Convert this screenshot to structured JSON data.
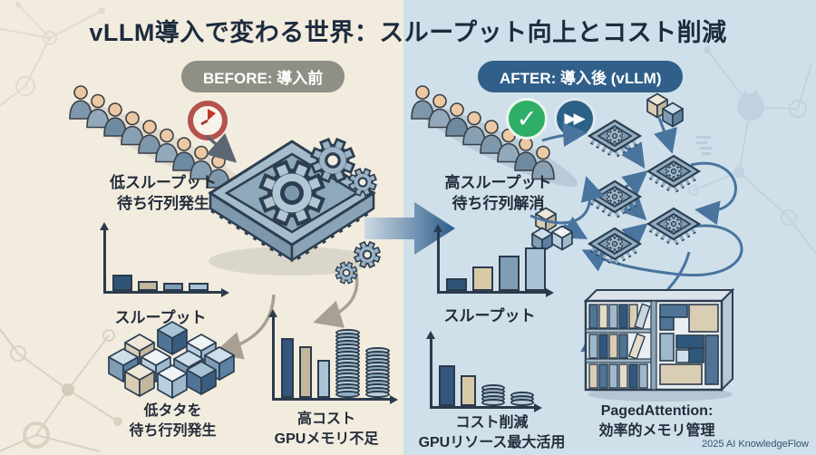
{
  "title": "vLLM導入で変わる世界：スループット向上とコスト削減",
  "footer": "2025 AI KnowledgeFlow",
  "before": {
    "badge": "BEFORE: 導入前",
    "queue_count": 9,
    "queue_caption": {
      "line1": "低スループット",
      "line2": "待ち行列発生"
    },
    "cubes_caption": {
      "line1": "低タタを",
      "line2": "待ち行列発生"
    }
  },
  "after": {
    "badge": "AFTER: 導入後 (vLLM)",
    "queue_count": 8,
    "queue_caption": {
      "line1": "高スループット",
      "line2": "待ち行列解消"
    },
    "shelf_caption": {
      "line1": "PagedAttention:",
      "line2": "効率的メモリ管理"
    }
  },
  "chart_data": [
    {
      "id": "before-throughput",
      "type": "bar",
      "xlabel": "スループット",
      "values": [
        30,
        18,
        16,
        16
      ],
      "ylim": [
        0,
        100
      ],
      "grid": false,
      "colors": [
        "#2e5578",
        "#c3b79e",
        "#7f9db4",
        "#a9c3d6"
      ],
      "styles": [
        "bar",
        "bar",
        "bar",
        "bar"
      ]
    },
    {
      "id": "before-cost",
      "type": "bar",
      "title": "高コスト",
      "subtitle": "GPUメモリ不足",
      "values": [
        82,
        70,
        52,
        93,
        70
      ],
      "ylim": [
        0,
        100
      ],
      "grid": false,
      "colors": [
        "#34567c",
        "#c3b79e",
        "#a9c3d6",
        "#9fb8cb",
        "#9fb8cb"
      ],
      "styles": [
        "bar",
        "bar",
        "bar",
        "coins",
        "coins"
      ]
    },
    {
      "id": "after-throughput",
      "type": "bar",
      "xlabel": "スループット",
      "values": [
        25,
        48,
        68,
        85
      ],
      "ylim": [
        0,
        100
      ],
      "grid": false,
      "colors": [
        "#2e5578",
        "#d8c9a6",
        "#7f9db4",
        "#a9c3d6"
      ],
      "styles": [
        "bar",
        "bar",
        "bar",
        "bar"
      ]
    },
    {
      "id": "after-cost",
      "type": "bar",
      "title": "コスト削減",
      "subtitle": "GPUリソース最大活用",
      "values": [
        68,
        52,
        38,
        24
      ],
      "ylim": [
        0,
        100
      ],
      "grid": false,
      "colors": [
        "#34567c",
        "#d8c9a6",
        "#9fb8cb",
        "#9fb8cb"
      ],
      "styles": [
        "bar",
        "bar",
        "coins",
        "coins"
      ]
    }
  ],
  "icons": {
    "clock": "red analog clock",
    "check": "✓",
    "fast_forward": "▶▶",
    "gear": "⚙",
    "cpu_chip": "isometric chip with gear",
    "cubes": "isometric request blocks",
    "bookshelf": "memory bookshelf with paged blocks",
    "people_queue": "row of waiting users"
  },
  "colors": {
    "left_bg": "#f2ecdf",
    "right_bg": "#cfe0ea",
    "title": "#1d2b3d",
    "before_badge": "#8f8f86",
    "after_badge": "#30608a",
    "outline": "#2b3b4c",
    "bar_dark": "#34567c",
    "bar_tan": "#c3b79e",
    "bar_blue": "#7f9db4",
    "bar_light": "#a9c3d6",
    "transition_arrow": "#2b5c8a",
    "check_green": "#2fae67",
    "clock_red": "#b5524e",
    "ff_blue": "#2c6187",
    "gray_arrow": "#a8a193",
    "blue_arrow": "#48749e"
  }
}
